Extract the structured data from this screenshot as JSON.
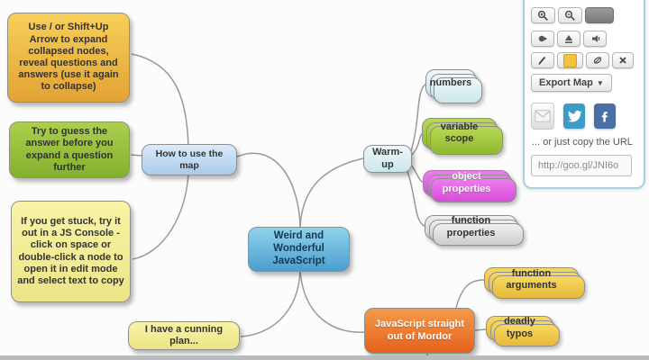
{
  "map": {
    "root": {
      "label": "Weird and Wonderful JavaScript"
    },
    "nodes": {
      "use_arrow": {
        "label": "Use / or Shift+Up Arrow to expand collapsed nodes, reveal questions and answers (use it again to collapse)",
        "color": "#e2a335"
      },
      "try_guess": {
        "label": "Try to guess the answer before you expand a question further",
        "color": "#84b02c"
      },
      "get_stuck": {
        "label": "If you get stuck, try it out in a JS Console - click on space or double-click a node to open it in edit mode and select text to copy",
        "color": "#ece487"
      },
      "how_to_use": {
        "label": "How to use the map",
        "color": "#a9cbe9"
      },
      "warm_up": {
        "label": "Warm-up",
        "color": "#cbe6ec"
      },
      "numbers": {
        "label": "numbers",
        "color": "#cbe6ec",
        "collapsed_stack": true
      },
      "variable_scope": {
        "label": "variable scope",
        "color": "#8fba2f",
        "collapsed_stack": true
      },
      "object_properties": {
        "label": "object properties",
        "color": "#d44ed8",
        "collapsed_stack": true
      },
      "function_properties": {
        "label": "function properties",
        "color": "#cdcdcd",
        "collapsed_stack": true
      },
      "mordor": {
        "label": "JavaScript straight out of Mordor",
        "color": "#e5611c"
      },
      "function_arguments": {
        "label": "function arguments",
        "color": "#e7b93a",
        "collapsed_stack": true
      },
      "deadly_typos": {
        "label": "deadly typos",
        "color": "#e7b93a",
        "collapsed_stack": true
      },
      "cunning_plan": {
        "label": "I have a cunning plan...",
        "color": "#ece487"
      }
    },
    "connector_color": "#999999"
  },
  "panel": {
    "border_color": "#abd2e4",
    "toolbar": {
      "row1": [
        "zoom-in-icon",
        "zoom-out-icon",
        "dark-button"
      ],
      "row2": [
        "focus-node-icon",
        "upload-icon",
        "speaker-icon"
      ],
      "row3": [
        "pencil-icon",
        "color-swatch",
        "leaf-icon",
        "delete-icon"
      ]
    },
    "export_label": "Export Map",
    "export_caret": "▼",
    "share_icons": [
      "email",
      "twitter",
      "facebook"
    ],
    "share_caption": "... or just copy the URL",
    "url_value": "http://goo.gl/JNI6o"
  }
}
